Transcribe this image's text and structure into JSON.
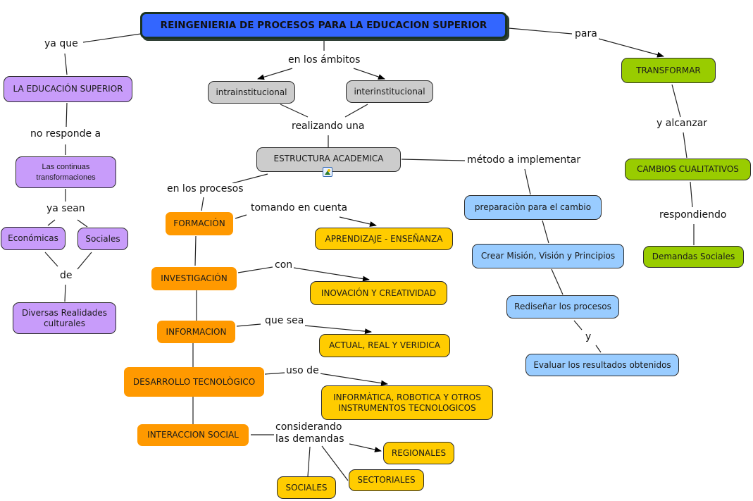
{
  "title": "REINGENIERIA DE PROCESOS PARA LA EDUCACION SUPERIOR",
  "colors": {
    "title": "#3366ff",
    "purple": "#c89cfa",
    "gray": "#cccccc",
    "orange": "#ff9900",
    "yellow": "#ffcc00",
    "blue": "#99ccff",
    "green": "#99cc00"
  },
  "nodes": {
    "educacion_superior": "LA EDUCACIÓN SUPERIOR",
    "continuas": "Las continuas\ntransformaciones",
    "economicas": "Económicas",
    "sociales_p": "Sociales",
    "diversas": "Diversas Realidades\nculturales",
    "intra": "intrainstitucional",
    "inter": "interinstitucional",
    "estructura": "ESTRUCTURA ACADEMICA",
    "formacion": "FORMACIÓN",
    "investigacion": "INVESTIGACIÓN",
    "informacion": "INFORMACION",
    "desarrollo": "DESARROLLO TECNOLÒGICO",
    "interaccion": "INTERACCION SOCIAL",
    "aprendizaje": "APRENDIZAJE - ENSEÑANZA",
    "inovacion": "INOVACIÓN Y CREATIVIDAD",
    "actual": "ACTUAL, REAL Y VERIDICA",
    "informatica": "INFORMÀTICA, ROBOTICA Y OTROS\nINSTRUMENTOS TECNOLOGICOS",
    "regionales": "REGIONALES",
    "sectoriales": "SECTORIALES",
    "sociales_y": "SOCIALES",
    "preparacion": "preparaciòn para el cambio",
    "crear": "Crear Misión, Visión y Principios",
    "redisenar": "Rediseñar los procesos",
    "evaluar": "Evaluar los resultados obtenidos",
    "transformar": "TRANSFORMAR",
    "cambios": "CAMBIOS CUALITATIVOS",
    "demandas": "Demandas Sociales"
  },
  "links": {
    "ya_que": "ya que",
    "no_responde": "no responde a",
    "ya_sean": "ya sean",
    "de": "de",
    "en_ambitos": "en los ámbitos",
    "realizando": "realizando una",
    "en_procesos": "en los procesos",
    "tomando": "tomando en cuenta",
    "con": "con",
    "que_sea": "que sea",
    "uso_de": "uso de",
    "considerando": "considerando\nlas demandas",
    "metodo": "método a implementar",
    "y": "y",
    "para": "para",
    "y_alcanzar": "y alcanzar",
    "respondiendo": "respondiendo"
  },
  "icons": {
    "estructura_attachment": "image-icon"
  }
}
